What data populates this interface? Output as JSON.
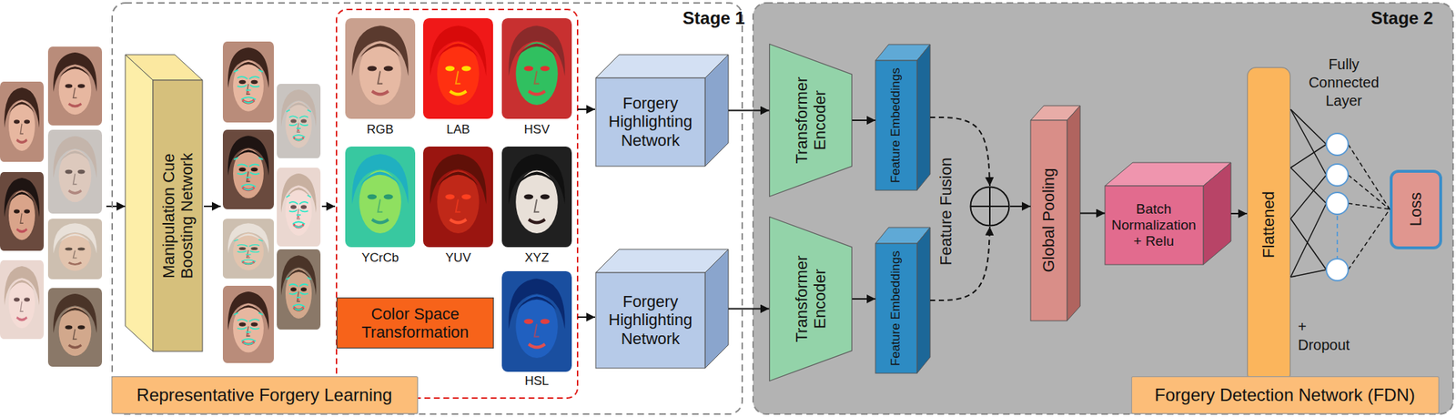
{
  "diagram": {
    "nodes": [
      {
        "text": [
          "Stage 1"
        ]
      },
      {
        "text": [
          "Representative Forgery Learning"
        ],
        "in": 0
      },
      {
        "text": [
          "Manipulation Cue Boosting Network"
        ],
        "in": 0
      },
      {
        "text": [
          "Color Space Transformation"
        ],
        "in": 0
      },
      {
        "text": [
          "Forgery Highlighting Network"
        ],
        "in": 0
      },
      {
        "text": [
          "Forgery Highlighting Network"
        ],
        "in": 0
      },
      {
        "text": [
          "Stage 2"
        ]
      },
      {
        "text": [
          "Transformer Encoder"
        ],
        "in": 6
      },
      {
        "text": [
          "Feature Embeddings"
        ],
        "in": 6
      },
      {
        "text": [
          "Transformer Encoder"
        ],
        "in": 6
      },
      {
        "text": [
          "Feature Embeddings"
        ],
        "in": 6
      },
      {
        "text": [
          "Feature Fusion"
        ],
        "in": 6
      },
      {
        "text": [
          "Global Pooling"
        ],
        "in": 6
      },
      {
        "text": [
          "Batch Normalization + Relu"
        ],
        "in": 6
      },
      {
        "text": [
          "Flattened"
        ],
        "in": 6
      },
      {
        "text": [
          "Loss"
        ],
        "in": 6
      },
      {
        "text": [
          "Forgery Detection Network (FDN)"
        ],
        "in": 6
      }
    ],
    "edges": [
      {
        "from": 4,
        "to": 7,
        "arrow": "to"
      },
      {
        "from": 5,
        "to": 9,
        "arrow": "to"
      },
      {
        "from": 7,
        "to": 8,
        "arrow": "to"
      },
      {
        "from": 9,
        "to": 10,
        "arrow": "to"
      },
      {
        "from": 8,
        "to": 11,
        "arrow": "to"
      },
      {
        "from": 10,
        "to": 11,
        "arrow": "to"
      },
      {
        "from": 11,
        "to": 12,
        "arrow": "to"
      },
      {
        "from": 12,
        "to": 13,
        "arrow": "to"
      },
      {
        "from": 13,
        "to": 14,
        "arrow": "to"
      }
    ],
    "labels": [
      "RGB",
      "LAB",
      "HSV",
      "YCrCb",
      "YUV",
      "XYZ",
      "HSL",
      "Fully Connected Layer",
      "+ Dropout"
    ]
  }
}
